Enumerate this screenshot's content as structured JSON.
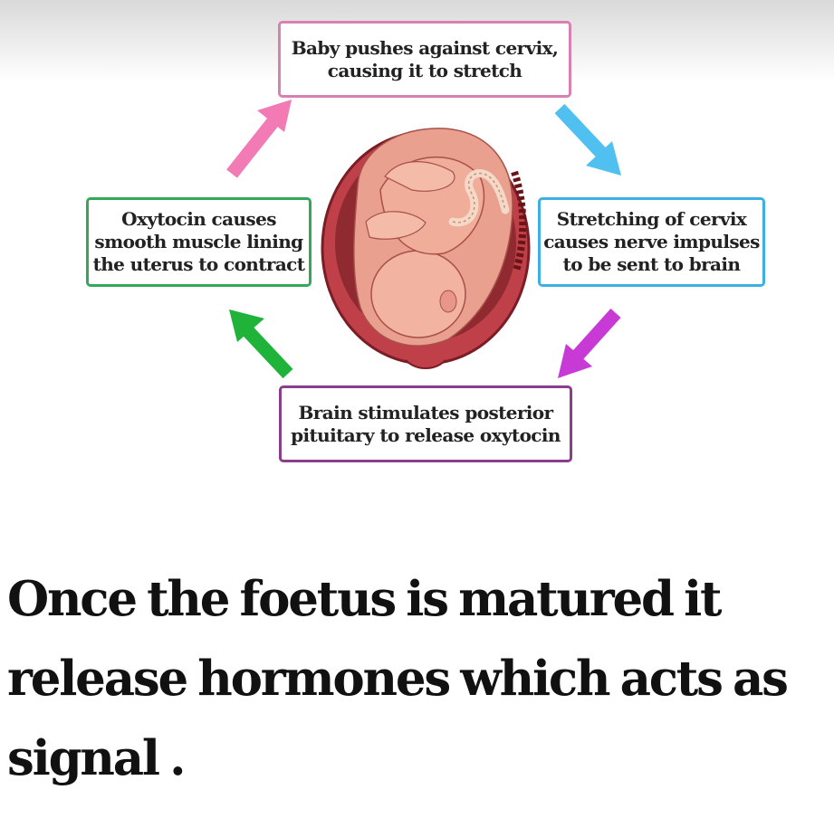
{
  "diagram": {
    "steps": {
      "top": {
        "line1": "Baby pushes against cervix,",
        "line2": "causing it to stretch"
      },
      "right": {
        "line1": "Stretching of cervix",
        "line2": "causes nerve impulses",
        "line3": "to be sent to brain"
      },
      "bottom": {
        "line1": "Brain stimulates posterior",
        "line2": "pituitary to release oxytocin"
      },
      "left": {
        "line1": "Oxytocin causes",
        "line2": "smooth muscle lining",
        "line3": "the uterus to contract"
      }
    },
    "arrow_colors": {
      "top_to_right": "#4fc0f0",
      "right_to_bottom": "#c83ad6",
      "bottom_to_left": "#1fb33a",
      "left_to_top": "#f27ab5"
    },
    "center_image": "fetus-in-uterus"
  },
  "caption": {
    "line1": "Once the foetus is matured it",
    "line2": "release hormones which acts as",
    "line3": "signal ."
  }
}
